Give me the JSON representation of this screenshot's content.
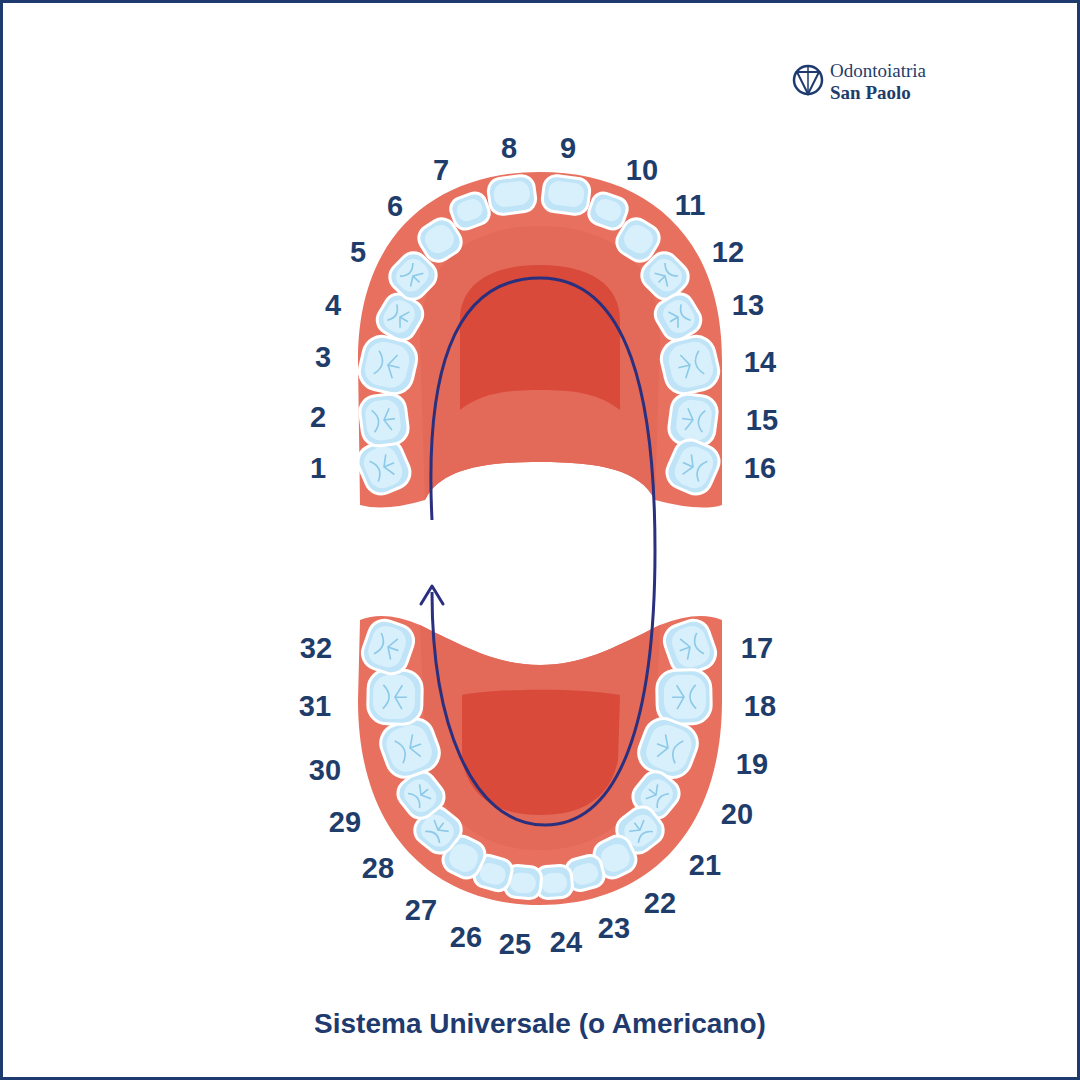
{
  "diagram": {
    "caption": "Sistema Universale (o Americano)",
    "labels": [
      "Odontoiatria",
      "San Paolo",
      "1",
      "2",
      "3",
      "4",
      "5",
      "6",
      "7",
      "8",
      "9",
      "10",
      "11",
      "12",
      "13",
      "14",
      "15",
      "16",
      "17",
      "18",
      "19",
      "20",
      "21",
      "22",
      "23",
      "24",
      "25",
      "26",
      "27",
      "28",
      "29",
      "30",
      "31",
      "32"
    ]
  }
}
